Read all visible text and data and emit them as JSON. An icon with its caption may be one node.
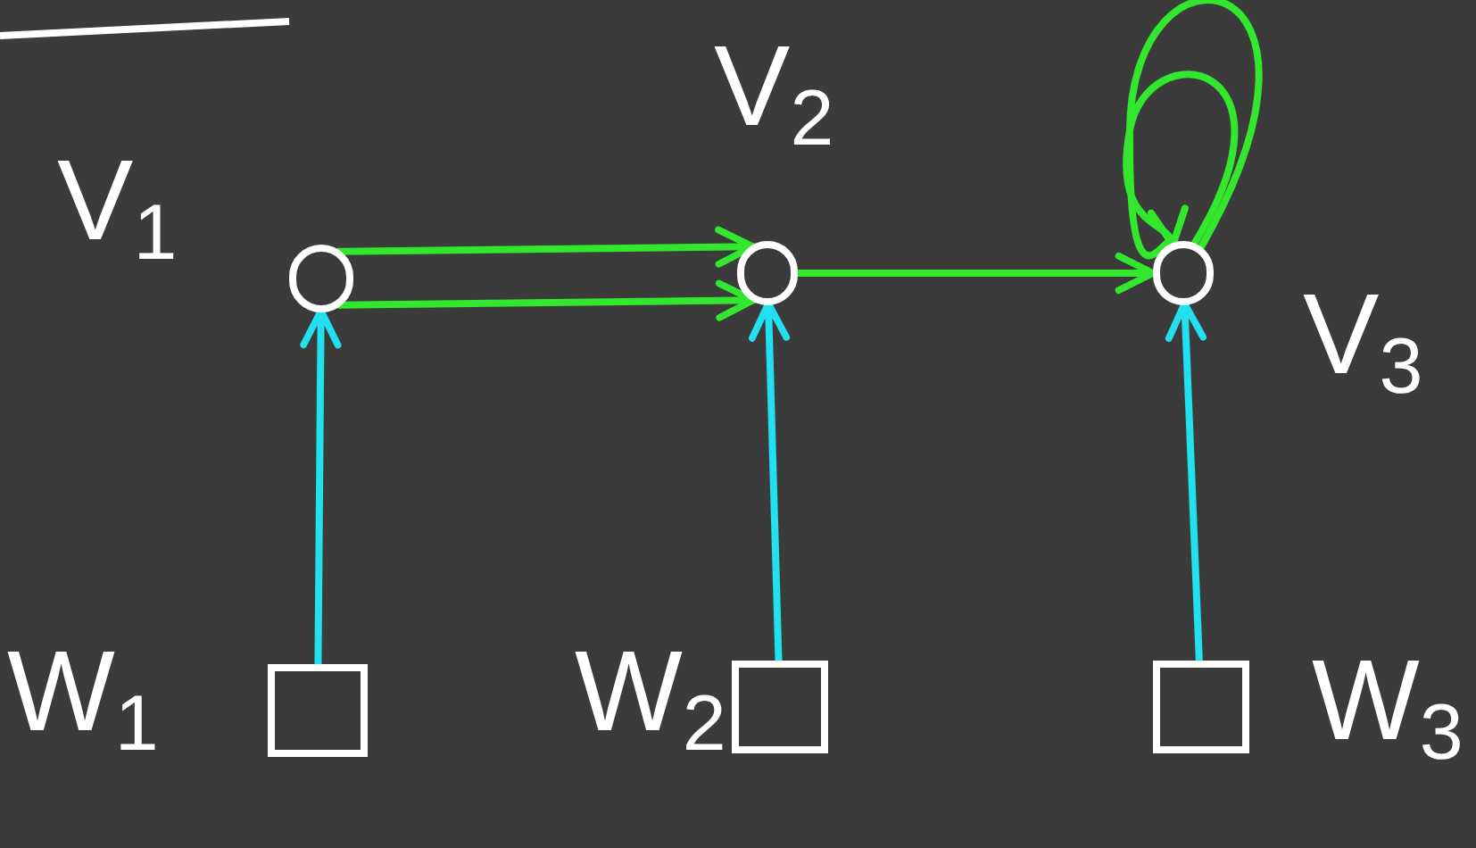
{
  "diagram": {
    "nodes": [
      {
        "text": [],
        "shape": "circle",
        "beside": [
          "V$_{1}$"
        ]
      },
      {
        "text": [],
        "shape": "circle",
        "beside": [
          "V$_{2}$"
        ]
      },
      {
        "text": [],
        "shape": "circle",
        "beside": [
          "V$_{3}$"
        ]
      },
      {
        "text": [],
        "shape": "box",
        "beside": [
          "W$_{1}$"
        ]
      },
      {
        "text": [],
        "shape": "box",
        "beside": [
          "W$_{2}$"
        ]
      },
      {
        "text": [],
        "shape": "box",
        "beside": [
          "W$_{3}$"
        ]
      }
    ],
    "edges": [
      {
        "from": 0,
        "to": 1,
        "arrow": "to"
      },
      {
        "from": 0,
        "to": 1,
        "arrow": "to"
      },
      {
        "from": 1,
        "to": 2,
        "arrow": "to"
      },
      {
        "from": 2,
        "to": 2,
        "arrow": "to"
      },
      {
        "from": 2,
        "to": 2,
        "arrow": "to"
      },
      {
        "from": 3,
        "to": 0,
        "arrow": "to",
        "color": "#22e0f0"
      },
      {
        "from": 4,
        "to": 1,
        "arrow": "to",
        "color": "#22e0f0"
      },
      {
        "from": 5,
        "to": 2,
        "arrow": "to",
        "color": "#22e0f0"
      }
    ]
  }
}
